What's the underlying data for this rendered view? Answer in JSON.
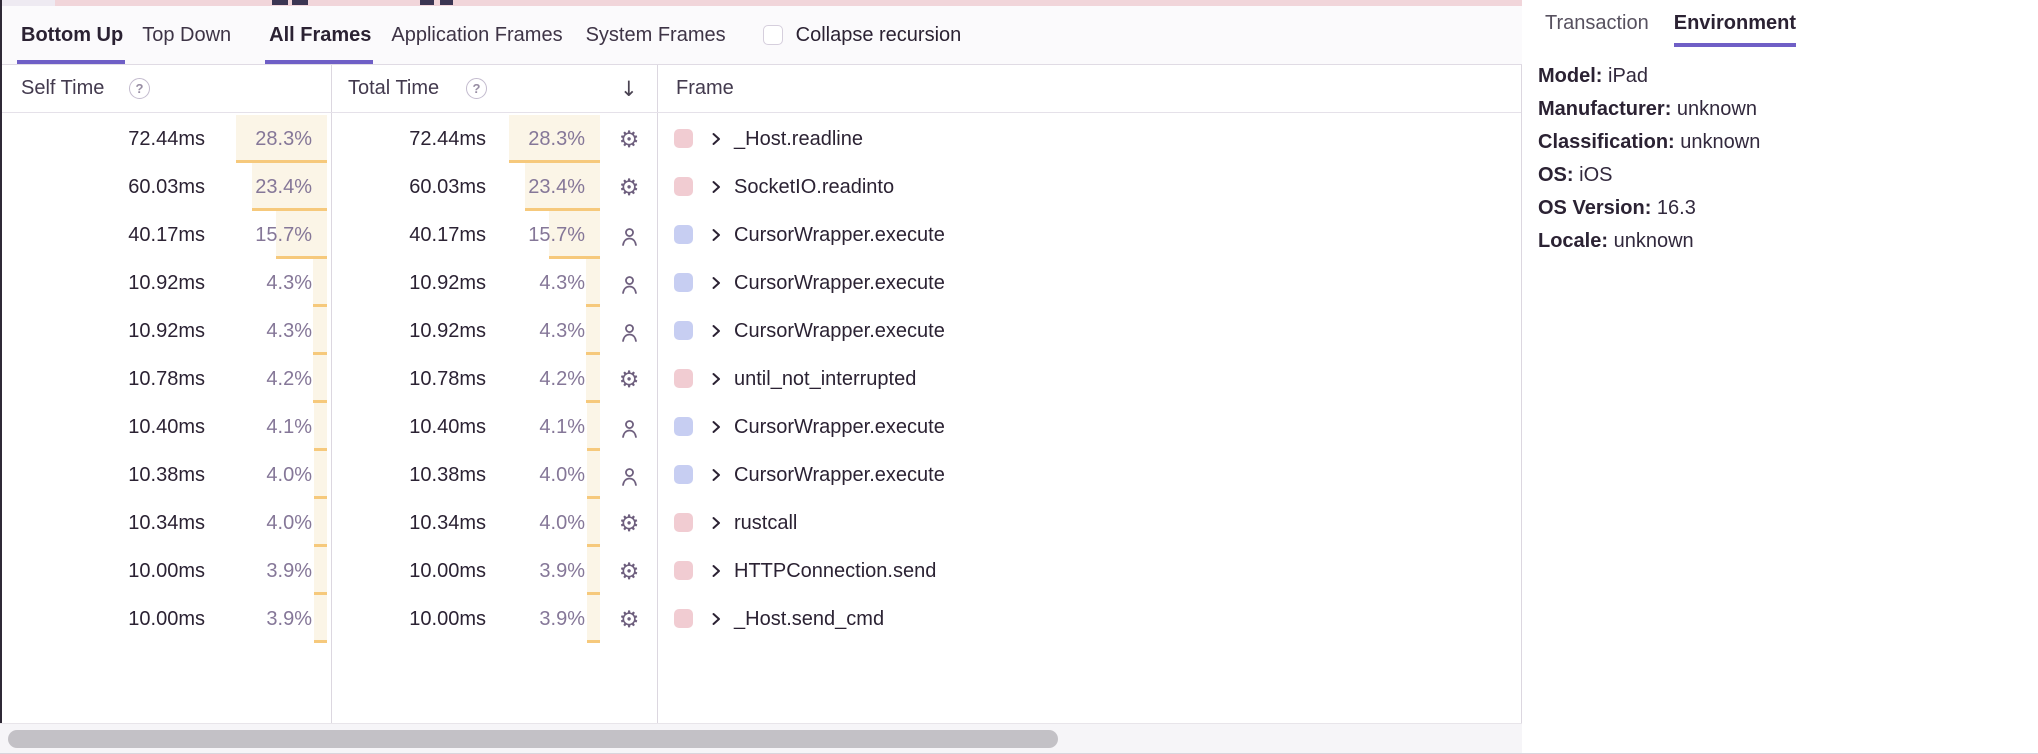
{
  "toolbar": {
    "view_tabs": [
      {
        "label": "Bottom Up",
        "active": true
      },
      {
        "label": "Top Down",
        "active": false
      }
    ],
    "frame_tabs": [
      {
        "label": "All Frames",
        "active": true
      },
      {
        "label": "Application Frames",
        "active": false
      },
      {
        "label": "System Frames",
        "active": false
      }
    ],
    "collapse_label": "Collapse recursion",
    "collapse_checked": false,
    "icons": [
      "download-icon",
      "dock-left-icon",
      "dock-bottom-icon",
      "dock-right-icon"
    ],
    "active_dock": "dock-bottom-icon"
  },
  "table": {
    "columns": {
      "self": "Self Time",
      "total": "Total Time",
      "frame": "Frame"
    },
    "help_icon": "?",
    "sort_icon": "↓",
    "rows": [
      {
        "self_time": "72.44ms",
        "self_pct": "28.3%",
        "self_pct_value": 28.3,
        "total_time": "72.44ms",
        "total_pct": "28.3%",
        "total_pct_value": 28.3,
        "icon": "gear",
        "chip": "pink",
        "frame": "_Host.readline"
      },
      {
        "self_time": "60.03ms",
        "self_pct": "23.4%",
        "self_pct_value": 23.4,
        "total_time": "60.03ms",
        "total_pct": "23.4%",
        "total_pct_value": 23.4,
        "icon": "gear",
        "chip": "pink",
        "frame": "SocketIO.readinto"
      },
      {
        "self_time": "40.17ms",
        "self_pct": "15.7%",
        "self_pct_value": 15.7,
        "total_time": "40.17ms",
        "total_pct": "15.7%",
        "total_pct_value": 15.7,
        "icon": "person",
        "chip": "blue",
        "frame": "CursorWrapper.execute"
      },
      {
        "self_time": "10.92ms",
        "self_pct": "4.3%",
        "self_pct_value": 4.3,
        "total_time": "10.92ms",
        "total_pct": "4.3%",
        "total_pct_value": 4.3,
        "icon": "person",
        "chip": "blue",
        "frame": "CursorWrapper.execute"
      },
      {
        "self_time": "10.92ms",
        "self_pct": "4.3%",
        "self_pct_value": 4.3,
        "total_time": "10.92ms",
        "total_pct": "4.3%",
        "total_pct_value": 4.3,
        "icon": "person",
        "chip": "blue",
        "frame": "CursorWrapper.execute"
      },
      {
        "self_time": "10.78ms",
        "self_pct": "4.2%",
        "self_pct_value": 4.2,
        "total_time": "10.78ms",
        "total_pct": "4.2%",
        "total_pct_value": 4.2,
        "icon": "gear",
        "chip": "pink",
        "frame": "until_not_interrupted"
      },
      {
        "self_time": "10.40ms",
        "self_pct": "4.1%",
        "self_pct_value": 4.1,
        "total_time": "10.40ms",
        "total_pct": "4.1%",
        "total_pct_value": 4.1,
        "icon": "person",
        "chip": "blue",
        "frame": "CursorWrapper.execute"
      },
      {
        "self_time": "10.38ms",
        "self_pct": "4.0%",
        "self_pct_value": 4.0,
        "total_time": "10.38ms",
        "total_pct": "4.0%",
        "total_pct_value": 4.0,
        "icon": "person",
        "chip": "blue",
        "frame": "CursorWrapper.execute"
      },
      {
        "self_time": "10.34ms",
        "self_pct": "4.0%",
        "self_pct_value": 4.0,
        "total_time": "10.34ms",
        "total_pct": "4.0%",
        "total_pct_value": 4.0,
        "icon": "gear",
        "chip": "pink",
        "frame": "rustcall"
      },
      {
        "self_time": "10.00ms",
        "self_pct": "3.9%",
        "self_pct_value": 3.9,
        "total_time": "10.00ms",
        "total_pct": "3.9%",
        "total_pct_value": 3.9,
        "icon": "gear",
        "chip": "pink",
        "frame": "HTTPConnection.send"
      },
      {
        "self_time": "10.00ms",
        "self_pct": "3.9%",
        "self_pct_value": 3.9,
        "total_time": "10.00ms",
        "total_pct": "3.9%",
        "total_pct_value": 3.9,
        "icon": "gear",
        "chip": "pink",
        "frame": "_Host.send_cmd"
      }
    ]
  },
  "details": {
    "tabs": [
      {
        "label": "Transaction",
        "active": false
      },
      {
        "label": "Environment",
        "active": true
      }
    ],
    "fields": [
      {
        "label": "Model:",
        "value": "iPad"
      },
      {
        "label": "Manufacturer:",
        "value": "unknown"
      },
      {
        "label": "Classification:",
        "value": "unknown"
      },
      {
        "label": "OS:",
        "value": "iOS"
      },
      {
        "label": "OS Version:",
        "value": "16.3"
      },
      {
        "label": "Locale:",
        "value": "unknown"
      }
    ]
  },
  "colors": {
    "accent": "#6f5fc6",
    "bar_bg": "#fbf5e7",
    "bar_border": "#f6c97c",
    "pct_text": "#857798",
    "text_dark": "#2b2233",
    "chip_pink": "#f1ccd2",
    "chip_blue": "#c7cef2",
    "minimap_pink": "#f1d5da"
  }
}
